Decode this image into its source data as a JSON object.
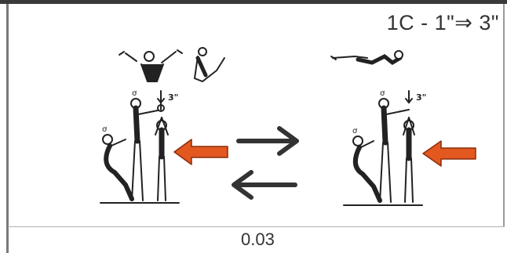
{
  "header": {
    "element_code": "1C - 1\"⇒ 3\""
  },
  "figures": {
    "left_tower": {
      "label": "3\""
    },
    "right_tower": {
      "label": "3\""
    }
  },
  "arrows": {
    "forward": "right-arrow",
    "back": "left-arrow",
    "highlight_color": "#e2581f",
    "highlight_border": "#8a2d0d"
  },
  "footer": {
    "value": "0.03"
  }
}
